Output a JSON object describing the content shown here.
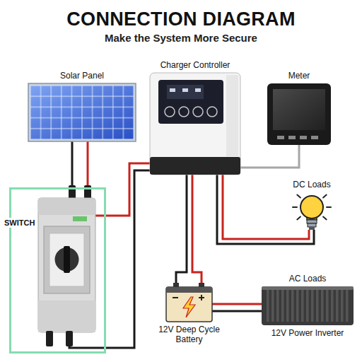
{
  "diagram": {
    "title": "CONNECTION DIAGRAM",
    "nodes": [
      {
        "text": [
          "Solar Panel"
        ]
      },
      {
        "text": [
          "Charger Controller"
        ]
      },
      {
        "text": [
          "Meter"
        ]
      },
      {
        "text": [
          "DC Loads"
        ]
      },
      {
        "text": [
          "SWITCH"
        ]
      },
      {
        "text": [
          "12V Deep Cycle Battery"
        ]
      },
      {
        "text": [
          "AC Loads",
          "12V Power Inverter"
        ]
      }
    ],
    "edges": [
      {
        "from": 0,
        "to": 4,
        "arrow": "none"
      },
      {
        "from": 4,
        "to": 1,
        "arrow": "none"
      },
      {
        "from": 1,
        "to": 2,
        "arrow": "none"
      },
      {
        "from": 1,
        "to": 3,
        "arrow": "none"
      },
      {
        "from": 1,
        "to": 5,
        "arrow": "none"
      },
      {
        "from": 5,
        "to": 6,
        "arrow": "none"
      }
    ],
    "labels": [
      "Make the System More Secure"
    ]
  }
}
